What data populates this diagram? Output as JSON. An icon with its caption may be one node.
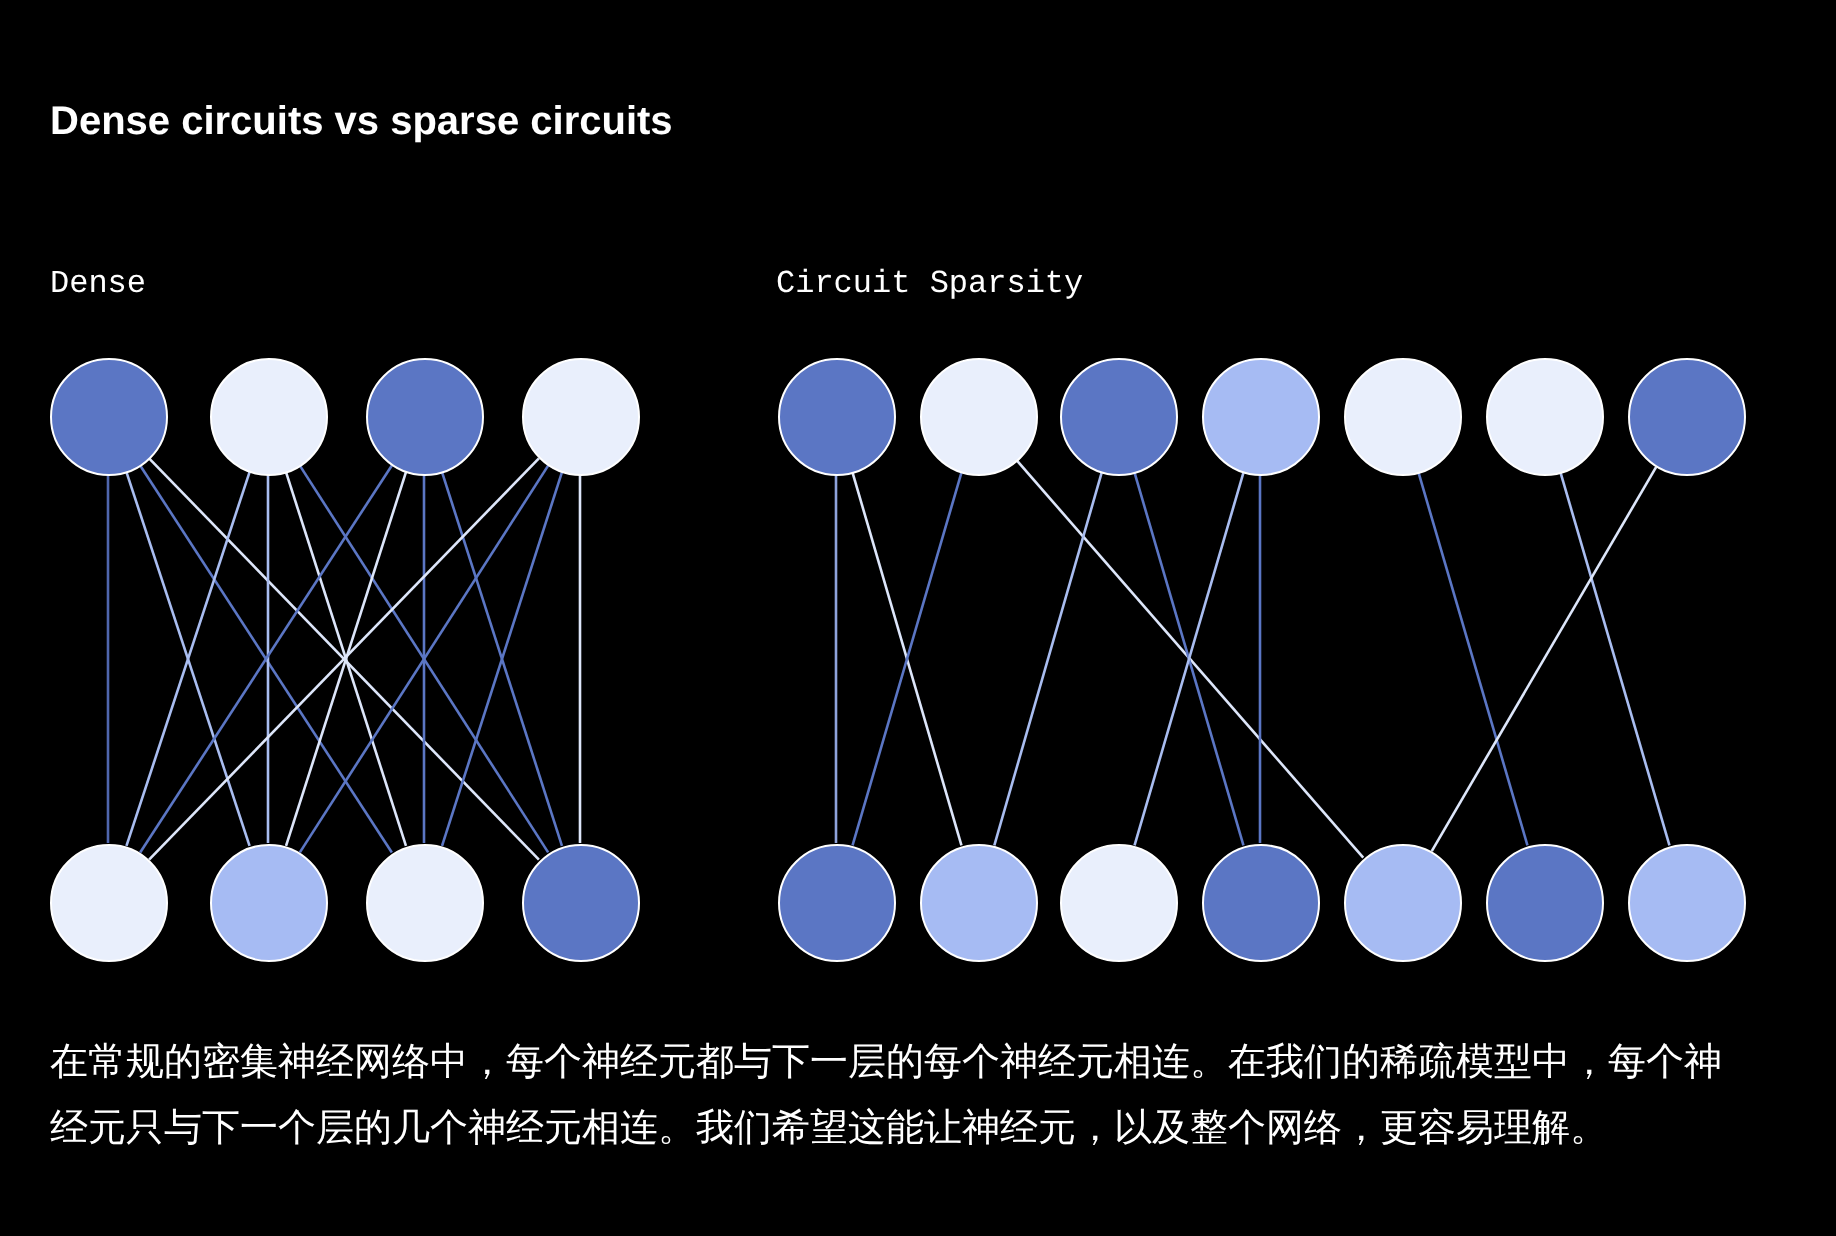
{
  "diagram": {
    "title": "Dense circuits vs sparse circuits",
    "caption": "在常规的密集神经网络中，每个神经元都与下一层的每个神经元相连。在我们的稀疏模型中，每个神经元只与下一个层的几个神经元相连。我们希望这能让神经元，以及整个网络，更容易理解。",
    "labels": [
      "Dense",
      "Circuit Sparsity"
    ],
    "nodes": [
      {
        "text": [],
        "shape": "circle"
      },
      {
        "text": [],
        "shape": "circle"
      },
      {
        "text": [],
        "shape": "circle"
      },
      {
        "text": [],
        "shape": "circle"
      },
      {
        "text": [],
        "shape": "circle"
      },
      {
        "text": [],
        "shape": "circle"
      },
      {
        "text": [],
        "shape": "circle"
      },
      {
        "text": [],
        "shape": "circle"
      },
      {
        "text": [],
        "shape": "circle"
      },
      {
        "text": [],
        "shape": "circle"
      },
      {
        "text": [],
        "shape": "circle"
      },
      {
        "text": [],
        "shape": "circle"
      },
      {
        "text": [],
        "shape": "circle"
      },
      {
        "text": [],
        "shape": "circle"
      },
      {
        "text": [],
        "shape": "circle"
      },
      {
        "text": [],
        "shape": "circle"
      },
      {
        "text": [],
        "shape": "circle"
      },
      {
        "text": [],
        "shape": "circle"
      },
      {
        "text": [],
        "shape": "circle"
      },
      {
        "text": [],
        "shape": "circle"
      },
      {
        "text": [],
        "shape": "circle"
      },
      {
        "text": [],
        "shape": "circle"
      }
    ],
    "edges": [
      {
        "from": 0,
        "to": 11,
        "arrow": "none",
        "color": "#4f66ad"
      },
      {
        "from": 0,
        "to": 12,
        "arrow": "none",
        "color": "#a9bdf0"
      },
      {
        "from": 0,
        "to": 13,
        "arrow": "none",
        "color": "#5b76c4"
      },
      {
        "from": 0,
        "to": 14,
        "arrow": "none",
        "color": "#dde6fa"
      },
      {
        "from": 1,
        "to": 11,
        "arrow": "none",
        "color": "#a9bdf0"
      },
      {
        "from": 1,
        "to": 12,
        "arrow": "none",
        "color": "#a9bdf0"
      },
      {
        "from": 1,
        "to": 13,
        "arrow": "none",
        "color": "#dde6fa"
      },
      {
        "from": 1,
        "to": 14,
        "arrow": "none",
        "color": "#5b76c4"
      },
      {
        "from": 2,
        "to": 11,
        "arrow": "none",
        "color": "#5b76c4"
      },
      {
        "from": 2,
        "to": 12,
        "arrow": "none",
        "color": "#dde6fa"
      },
      {
        "from": 2,
        "to": 13,
        "arrow": "none",
        "color": "#5b76c4"
      },
      {
        "from": 2,
        "to": 14,
        "arrow": "none",
        "color": "#5b76c4"
      },
      {
        "from": 3,
        "to": 11,
        "arrow": "none",
        "color": "#dde6fa"
      },
      {
        "from": 3,
        "to": 12,
        "arrow": "none",
        "color": "#5b76c4"
      },
      {
        "from": 3,
        "to": 13,
        "arrow": "none",
        "color": "#5b76c4"
      },
      {
        "from": 3,
        "to": 14,
        "arrow": "none",
        "color": "#dde6fa"
      },
      {
        "from": 4,
        "to": 15,
        "arrow": "none",
        "color": "#8fa3dc"
      },
      {
        "from": 4,
        "to": 16,
        "arrow": "none",
        "color": "#dde6fa"
      },
      {
        "from": 5,
        "to": 15,
        "arrow": "none",
        "color": "#5b76c4"
      },
      {
        "from": 5,
        "to": 19,
        "arrow": "none",
        "color": "#dde6fa"
      },
      {
        "from": 6,
        "to": 16,
        "arrow": "none",
        "color": "#a9bdf0"
      },
      {
        "from": 6,
        "to": 18,
        "arrow": "none",
        "color": "#5b76c4"
      },
      {
        "from": 7,
        "to": 17,
        "arrow": "none",
        "color": "#a9bdf0"
      },
      {
        "from": 7,
        "to": 18,
        "arrow": "none",
        "color": "#5b76c4"
      },
      {
        "from": 8,
        "to": 20,
        "arrow": "none",
        "color": "#5b76c4"
      },
      {
        "from": 9,
        "to": 21,
        "arrow": "none",
        "color": "#a9bdf0"
      },
      {
        "from": 10,
        "to": 19,
        "arrow": "none",
        "color": "#dde6fa"
      }
    ]
  }
}
